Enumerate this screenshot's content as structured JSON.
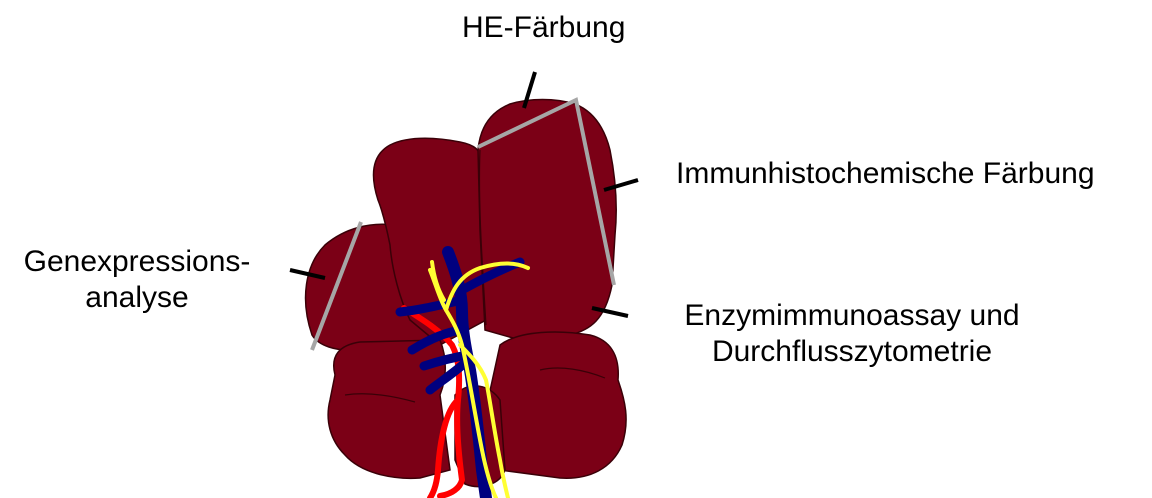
{
  "labels": {
    "he_staining": "HE-Färbung",
    "immunohistochemistry": "Immunhistochemische Färbung",
    "gene_expression": [
      "Genexpressions-",
      "analyse"
    ],
    "enzyme_flow": [
      "Enzymimmunoassay und",
      "Durchflusszytometrie"
    ]
  },
  "colors": {
    "liver_lobe": "#7b0016",
    "lobe_outline": "#3a0008",
    "portal_vein": "#00007f",
    "artery": "#ff0000",
    "bile_duct": "#ffff33",
    "cut_line": "#a6a6a6",
    "pointer": "#000000",
    "text": "#000000"
  }
}
